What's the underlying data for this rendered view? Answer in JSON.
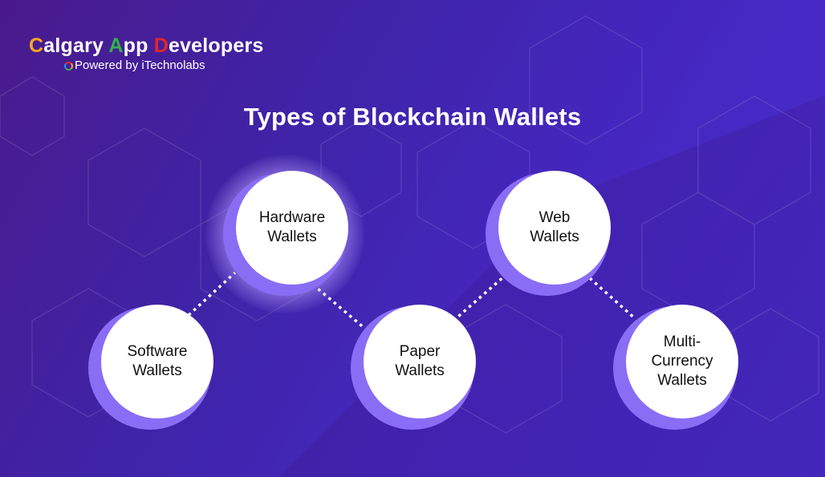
{
  "logo": {
    "name_parts": [
      "C",
      "algary ",
      "A",
      "pp ",
      "D",
      "evelopers"
    ],
    "tagline": "Powered by iTechnolabs",
    "colors": {
      "c": "#f5a623",
      "a": "#2fb34a",
      "d": "#e3262b"
    }
  },
  "title": "Types of Blockchain Wallets",
  "nodes": [
    {
      "id": "hardware",
      "lines": [
        "Hardware",
        "Wallets"
      ]
    },
    {
      "id": "web",
      "lines": [
        "Web",
        "Wallets"
      ]
    },
    {
      "id": "software",
      "lines": [
        "Software",
        "Wallets"
      ]
    },
    {
      "id": "paper",
      "lines": [
        "Paper",
        "Wallets"
      ]
    },
    {
      "id": "multi",
      "lines": [
        "Multi-",
        "Currency",
        "Wallets"
      ]
    }
  ],
  "connections": [
    [
      "software",
      "hardware"
    ],
    [
      "hardware",
      "paper"
    ],
    [
      "paper",
      "web"
    ],
    [
      "web",
      "multi"
    ]
  ],
  "colors": {
    "background_start": "#4a1a8c",
    "background_end": "#4a2fd0",
    "node_shadow": "#8a6df5",
    "node_face": "#ffffff",
    "text": "#111111"
  }
}
